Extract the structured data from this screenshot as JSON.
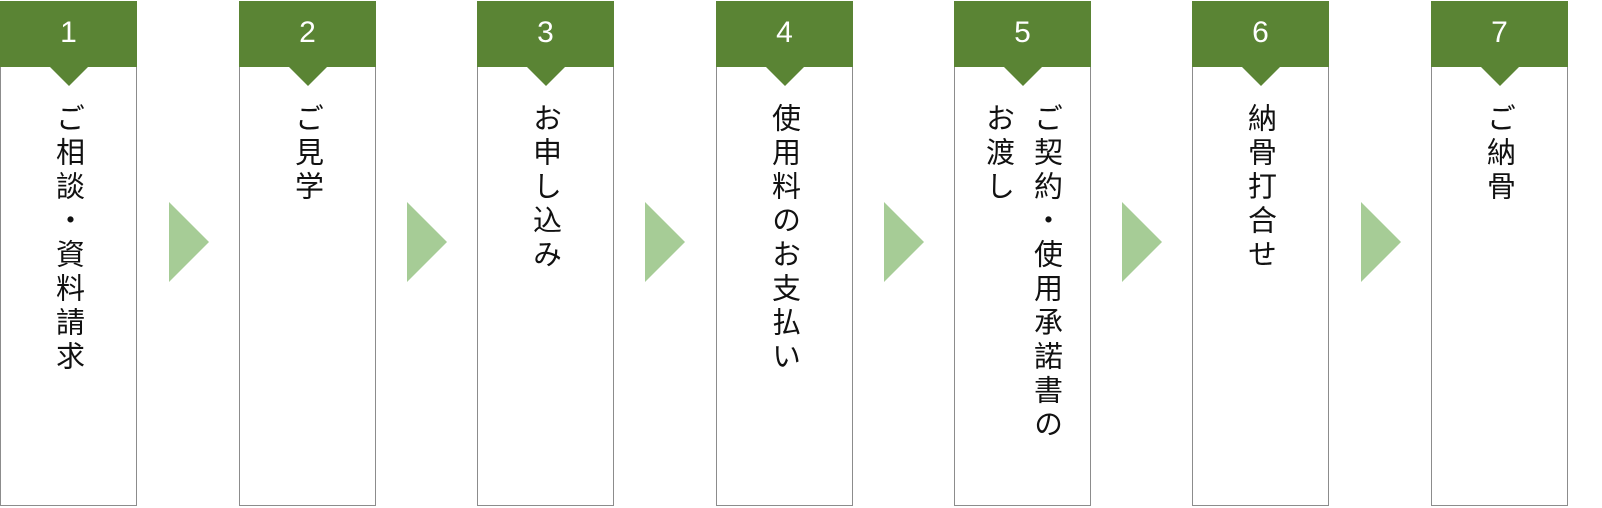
{
  "steps": [
    {
      "number": "1",
      "lines": [
        "ご相談・資料請求"
      ]
    },
    {
      "number": "2",
      "lines": [
        "ご見学"
      ]
    },
    {
      "number": "3",
      "lines": [
        "お申し込み"
      ]
    },
    {
      "number": "4",
      "lines": [
        "使用料のお支払い"
      ]
    },
    {
      "number": "5",
      "lines": [
        "ご契約・使用承諾書の",
        "お渡し"
      ]
    },
    {
      "number": "6",
      "lines": [
        "納骨打合せ"
      ]
    },
    {
      "number": "7",
      "lines": [
        "ご納骨"
      ]
    }
  ],
  "colors": {
    "header": "#5a8434",
    "arrow": "#a6cc96",
    "border": "#8c8c8c",
    "text": "#111111"
  }
}
